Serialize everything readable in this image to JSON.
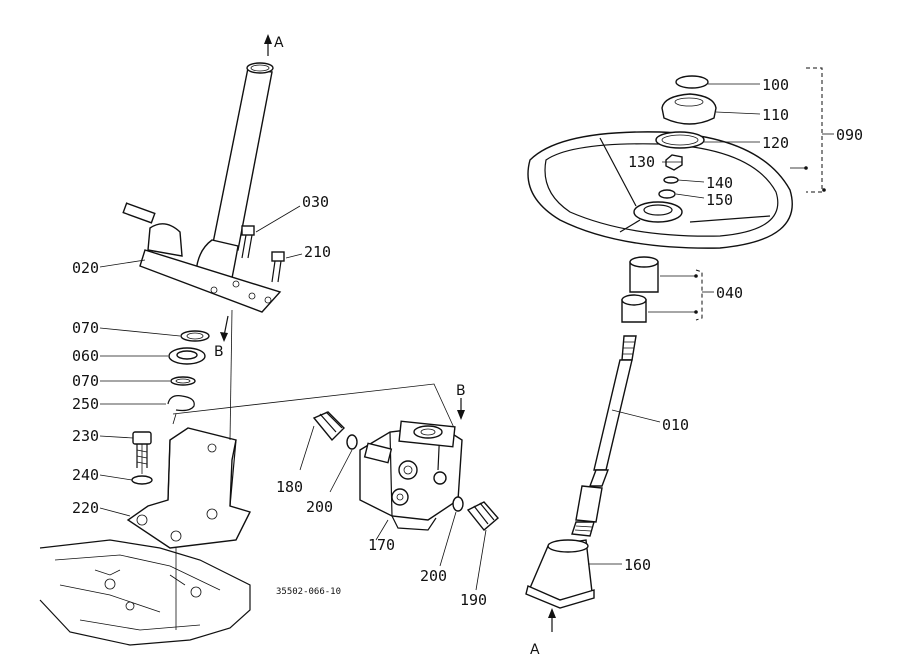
{
  "diagram": {
    "reference": "35502-066-10",
    "view_markers": {
      "a_top": "A",
      "a_bottom": "A",
      "b_left": "B",
      "b_right": "B"
    },
    "parts": {
      "p010": "010",
      "p020": "020",
      "p030": "030",
      "p040": "040",
      "p060": "060",
      "p070a": "070",
      "p070b": "070",
      "p090": "090",
      "p100": "100",
      "p110": "110",
      "p120": "120",
      "p130": "130",
      "p140": "140",
      "p150": "150",
      "p160": "160",
      "p170": "170",
      "p180": "180",
      "p190": "190",
      "p200a": "200",
      "p200b": "200",
      "p210": "210",
      "p220": "220",
      "p230": "230",
      "p240": "240",
      "p250": "250"
    }
  }
}
